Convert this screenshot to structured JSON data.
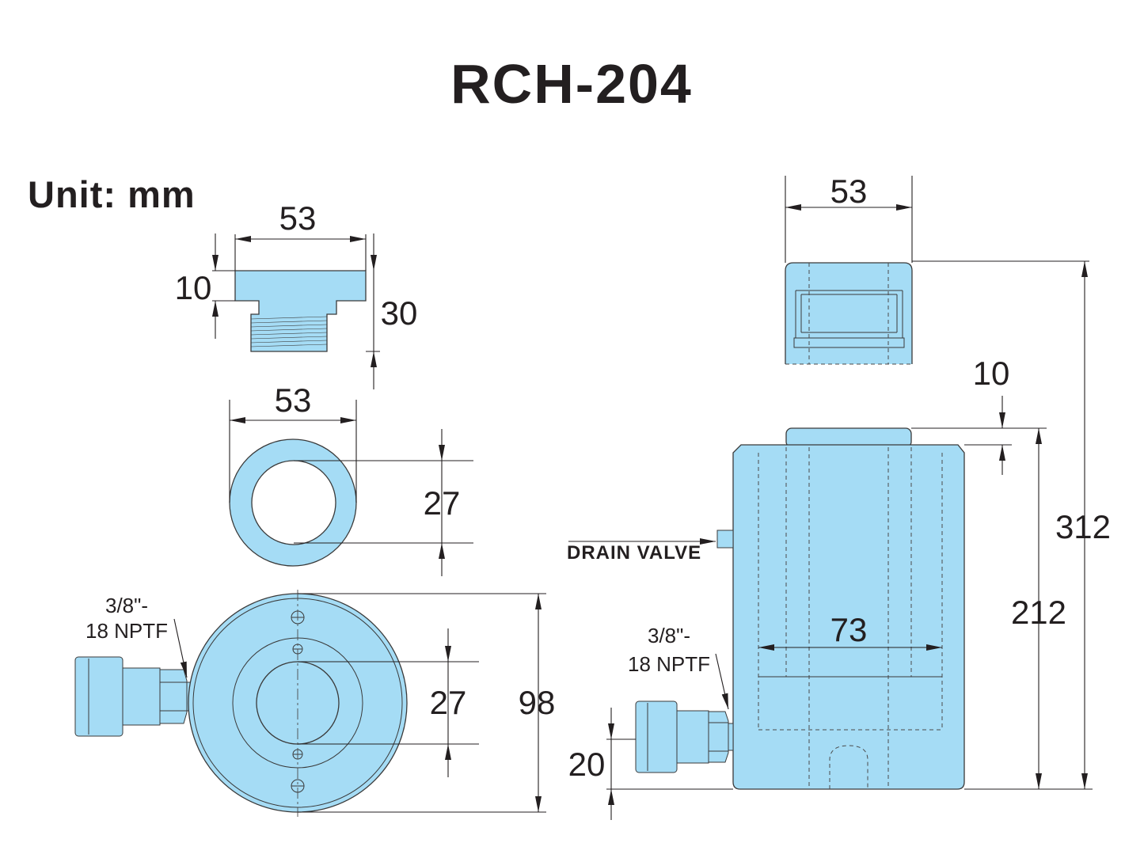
{
  "title": "RCH-204",
  "unit_label": "Unit: mm",
  "saddle_view": {
    "width": "53",
    "flange": "10",
    "height": "30"
  },
  "ring_view": {
    "outer": "53",
    "inner": "27"
  },
  "top_view": {
    "port_line1": "3/8\"-",
    "port_line2": "18 NPTF",
    "bore": "27",
    "diameter": "98"
  },
  "side_view": {
    "saddle_width": "53",
    "stroke": "10",
    "drain_valve": "DRAIN VALVE",
    "body_width": "73",
    "port_line1": "3/8\"-",
    "port_line2": "18 NPTF",
    "port_height": "20",
    "collapsed_height": "212",
    "extended_height": "312"
  },
  "colors": {
    "body_fill": "#a5dcf5",
    "outline": "#3a3a3a",
    "text": "#231f20"
  }
}
